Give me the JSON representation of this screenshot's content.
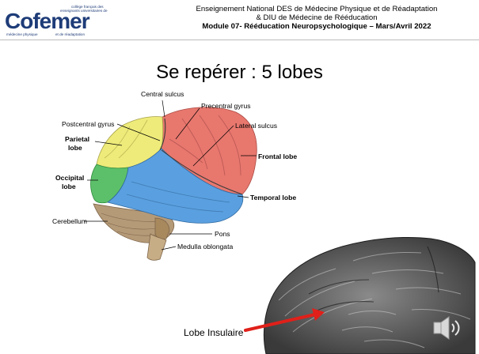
{
  "header": {
    "line1": "Enseignement National DES de Médecine Physique et de Réadaptation",
    "line2": "& DIU de Médecine de Rééducation",
    "line3": "Module 07- Rééducation Neuropsychologique – Mars/Avril 2022"
  },
  "logo": {
    "brand": "Cofemer",
    "tagline_1": "collège français des",
    "tagline_2": "enseignants universitaires de",
    "tagline_bottom_left": "médecine physique",
    "tagline_bottom_right": "et de réadaptation"
  },
  "slide": {
    "title": "Se repérer :  5 lobes"
  },
  "brain_labels": {
    "central_sulcus": "Central sulcus",
    "precentral_gyrus": "Precentral gyrus",
    "postcentral_gyrus": "Postcentral gyrus",
    "lateral_sulcus": "Lateral sulcus",
    "parietal_lobe_1": "Parietal",
    "parietal_lobe_2": "lobe",
    "frontal_lobe": "Frontal lobe",
    "occipital_lobe_1": "Occipital",
    "occipital_lobe_2": "lobe",
    "temporal_lobe": "Temporal lobe",
    "cerebellum": "Cerebellum",
    "pons": "Pons",
    "medulla": "Medulla oblongata"
  },
  "insula": {
    "label": "Lobe Insulaire"
  },
  "colors": {
    "frontal": "#e8776e",
    "parietal": "#eeeb7a",
    "occipital": "#5cc06a",
    "temporal": "#5aa0e0",
    "cerebellum": "#b59a78",
    "arrow": "#e0201a",
    "logo_blue": "#1e3c78"
  },
  "icons": {
    "speaker": "speaker-icon"
  }
}
